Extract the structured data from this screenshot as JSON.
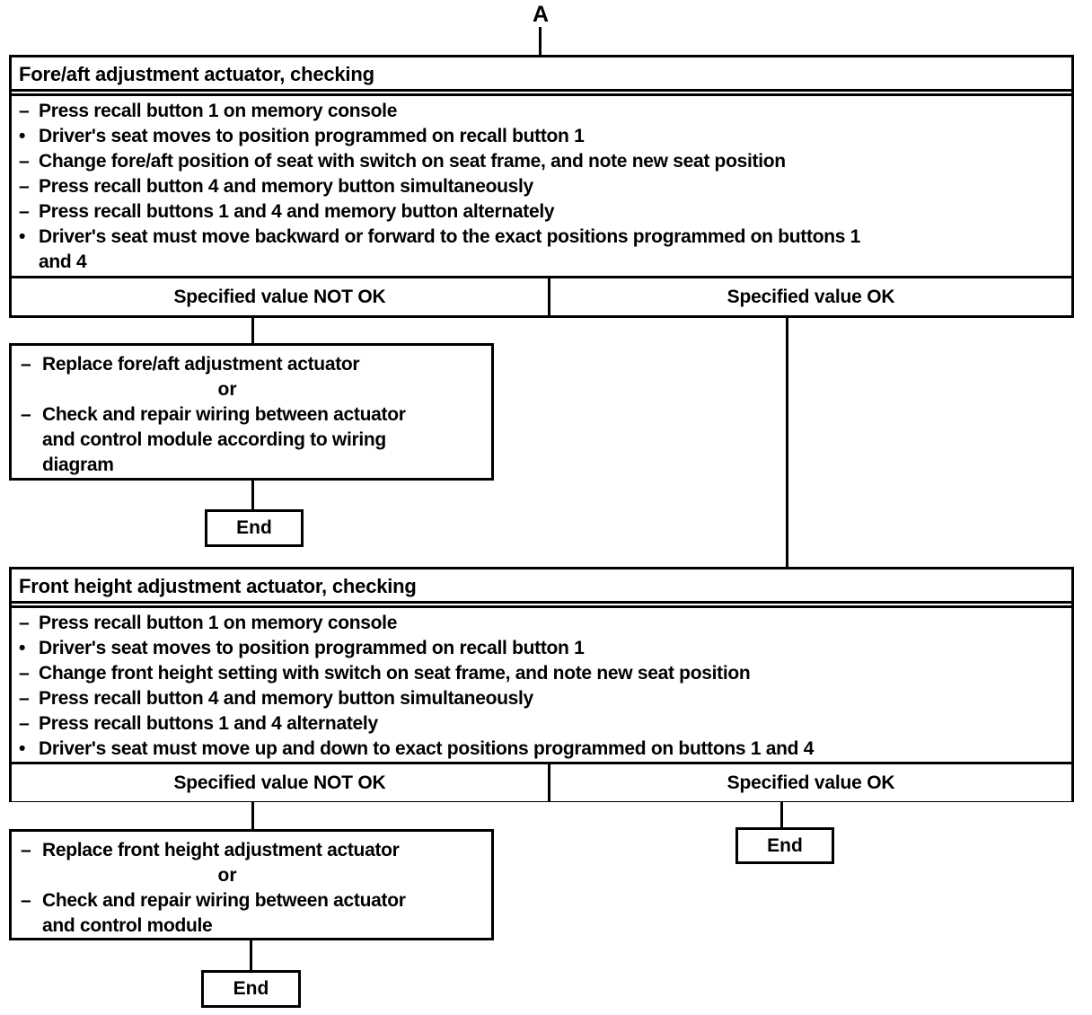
{
  "colors": {
    "ink": "#000000",
    "paper": "#ffffff"
  },
  "connector": {
    "top_label": "A"
  },
  "sections": [
    {
      "title": "Fore/aft adjustment actuator, checking",
      "steps": [
        {
          "marker": "–",
          "text": "Press recall button 1 on memory console"
        },
        {
          "marker": "•",
          "text": "Driver's seat moves to position programmed on recall button 1"
        },
        {
          "marker": "–",
          "text": "Change fore/aft position of seat with switch on seat frame, and note new seat position"
        },
        {
          "marker": "–",
          "text": "Press recall button 4 and memory button simultaneously"
        },
        {
          "marker": "–",
          "text": "Press recall buttons 1 and 4 and memory button alternately"
        },
        {
          "marker": "•",
          "text": "Driver's seat must move backward or forward to the exact positions programmed on buttons 1",
          "text2": "and 4"
        }
      ],
      "not_ok_label": "Specified value NOT OK",
      "ok_label": "Specified value OK",
      "remedy": {
        "marker1": "–",
        "item1": "Replace fore/aft adjustment actuator",
        "or_label": "or",
        "marker2": "–",
        "item2_lines": [
          "Check and repair wiring between actuator",
          "and control module according to wiring",
          "diagram"
        ]
      },
      "end_label": "End"
    },
    {
      "title": "Front height adjustment actuator, checking",
      "steps": [
        {
          "marker": "–",
          "text": "Press recall button 1 on memory console"
        },
        {
          "marker": "•",
          "text": "Driver's seat moves to position programmed on recall button 1"
        },
        {
          "marker": "–",
          "text": "Change front height setting with switch on seat frame, and note new seat position"
        },
        {
          "marker": "–",
          "text": "Press recall button 4 and memory button simultaneously"
        },
        {
          "marker": "–",
          "text": "Press recall buttons 1 and 4 alternately"
        },
        {
          "marker": "•",
          "text": "Driver's seat must move up and down to exact positions programmed on buttons 1 and 4"
        }
      ],
      "not_ok_label": "Specified value NOT OK",
      "ok_label": "Specified value OK",
      "remedy": {
        "marker1": "–",
        "item1": "Replace front height adjustment actuator",
        "or_label": "or",
        "marker2": "–",
        "item2_lines": [
          "Check and repair wiring between actuator",
          "and control module"
        ]
      },
      "ok_end_label": "End",
      "end_label": "End"
    }
  ]
}
